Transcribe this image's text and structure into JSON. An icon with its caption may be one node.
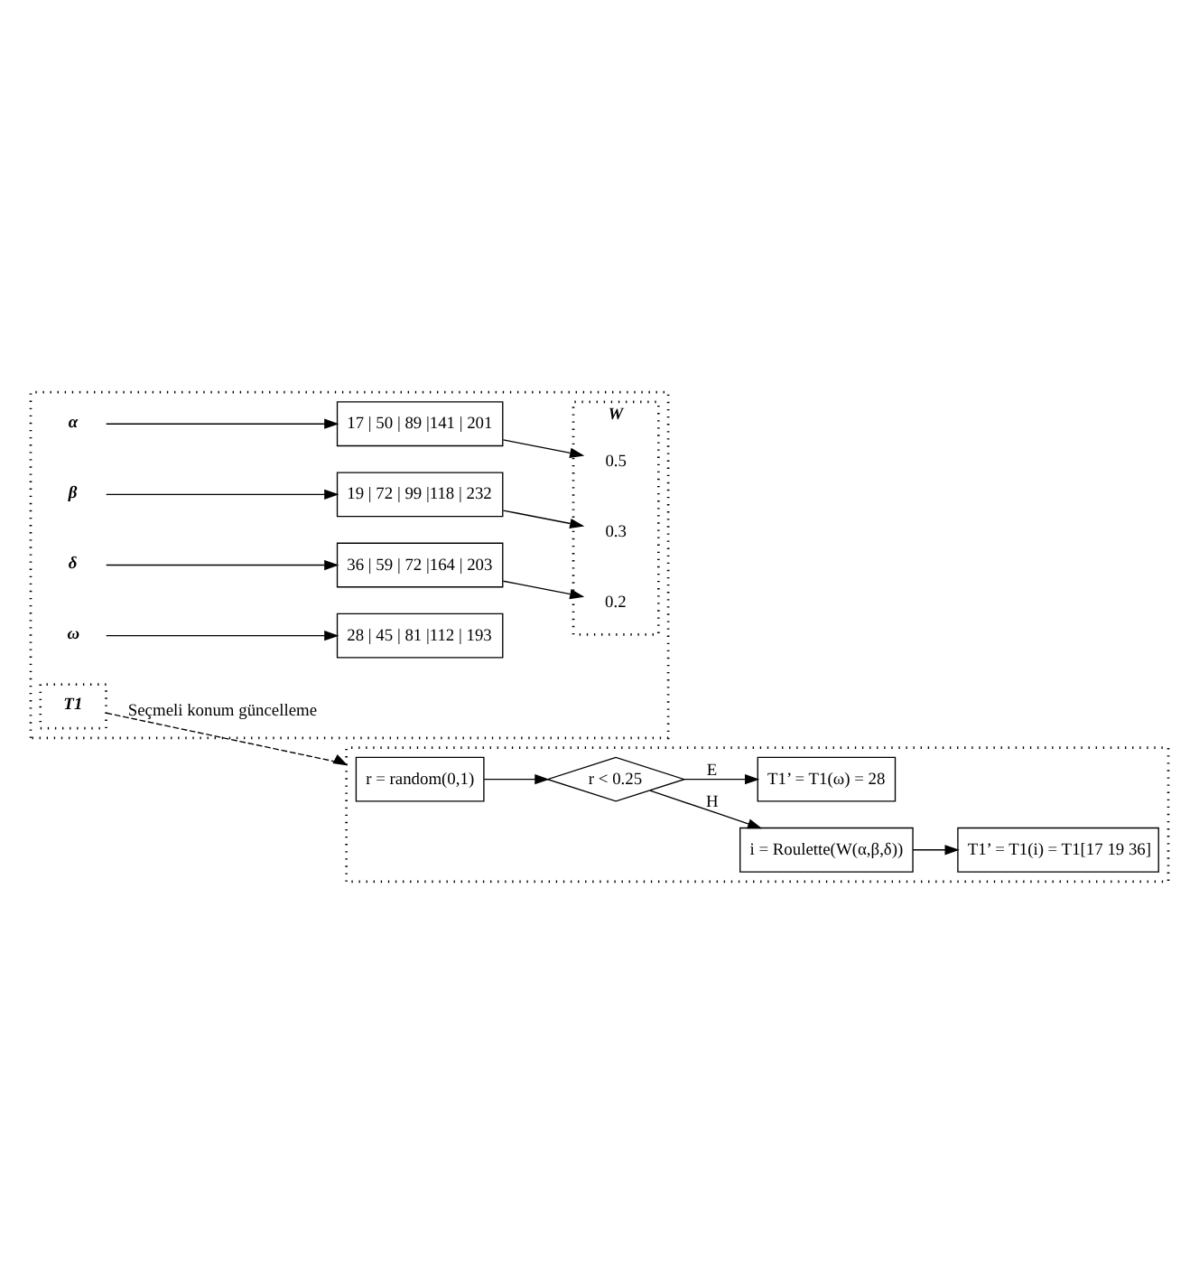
{
  "diagram": {
    "nodes": [
      {
        "text": [],
        "shape": "box"
      },
      {
        "text": [
          "T1"
        ],
        "in": 0
      },
      {
        "text": [
          "W"
        ],
        "in": 0
      },
      {
        "text": [
          "α"
        ],
        "in": 0
      },
      {
        "text": [
          "β"
        ],
        "in": 0
      },
      {
        "text": [
          "δ"
        ],
        "in": 0
      },
      {
        "text": [
          "ω"
        ],
        "in": 0
      },
      {
        "text": [
          "17 | 50 | 89 |141 | 201"
        ],
        "in": 0
      },
      {
        "text": [
          "19 | 72 | 99 |118 | 232"
        ],
        "in": 0
      },
      {
        "text": [
          "36 | 59 | 72 |164 | 203"
        ],
        "in": 0
      },
      {
        "text": [
          "28 | 45 | 81 |112 | 193"
        ],
        "in": 0
      },
      {
        "text": [
          "0.5"
        ],
        "in": 2
      },
      {
        "text": [
          "0.3"
        ],
        "in": 2
      },
      {
        "text": [
          "0.2"
        ],
        "in": 2
      },
      {
        "text": [],
        "shape": "box"
      },
      {
        "text": [
          "r = random(0,1)"
        ],
        "in": 14
      },
      {
        "text": [
          "r < 0.25"
        ],
        "in": 14
      },
      {
        "text": [
          "i = Roulette(W(α,β,δ))"
        ],
        "in": 14
      },
      {
        "text": [
          "T1’ = T1(ω) = 28"
        ],
        "in": 14
      },
      {
        "text": [
          "T1’ = T1(i) = T1[17 19 36]"
        ],
        "in": 14
      }
    ],
    "edges": [
      {
        "from": 3,
        "to": 7,
        "arrow": "to"
      },
      {
        "from": 4,
        "to": 8,
        "arrow": "to"
      },
      {
        "from": 5,
        "to": 9,
        "arrow": "to"
      },
      {
        "from": 6,
        "to": 10,
        "arrow": "to"
      },
      {
        "from": 7,
        "to": 11,
        "arrow": "to"
      },
      {
        "from": 8,
        "to": 12,
        "arrow": "to"
      },
      {
        "from": 9,
        "to": 13,
        "arrow": "to"
      },
      {
        "from": 1,
        "to": 14,
        "arrow": "to",
        "style": "dashed",
        "label": "Seçmeli konum güncelleme"
      },
      {
        "from": 15,
        "to": 16,
        "arrow": "to"
      },
      {
        "from": 16,
        "to": 17,
        "arrow": "to",
        "label": "H"
      },
      {
        "from": 16,
        "to": 18,
        "arrow": "to",
        "label": "E"
      },
      {
        "from": 17,
        "to": 19,
        "arrow": "to"
      }
    ]
  }
}
